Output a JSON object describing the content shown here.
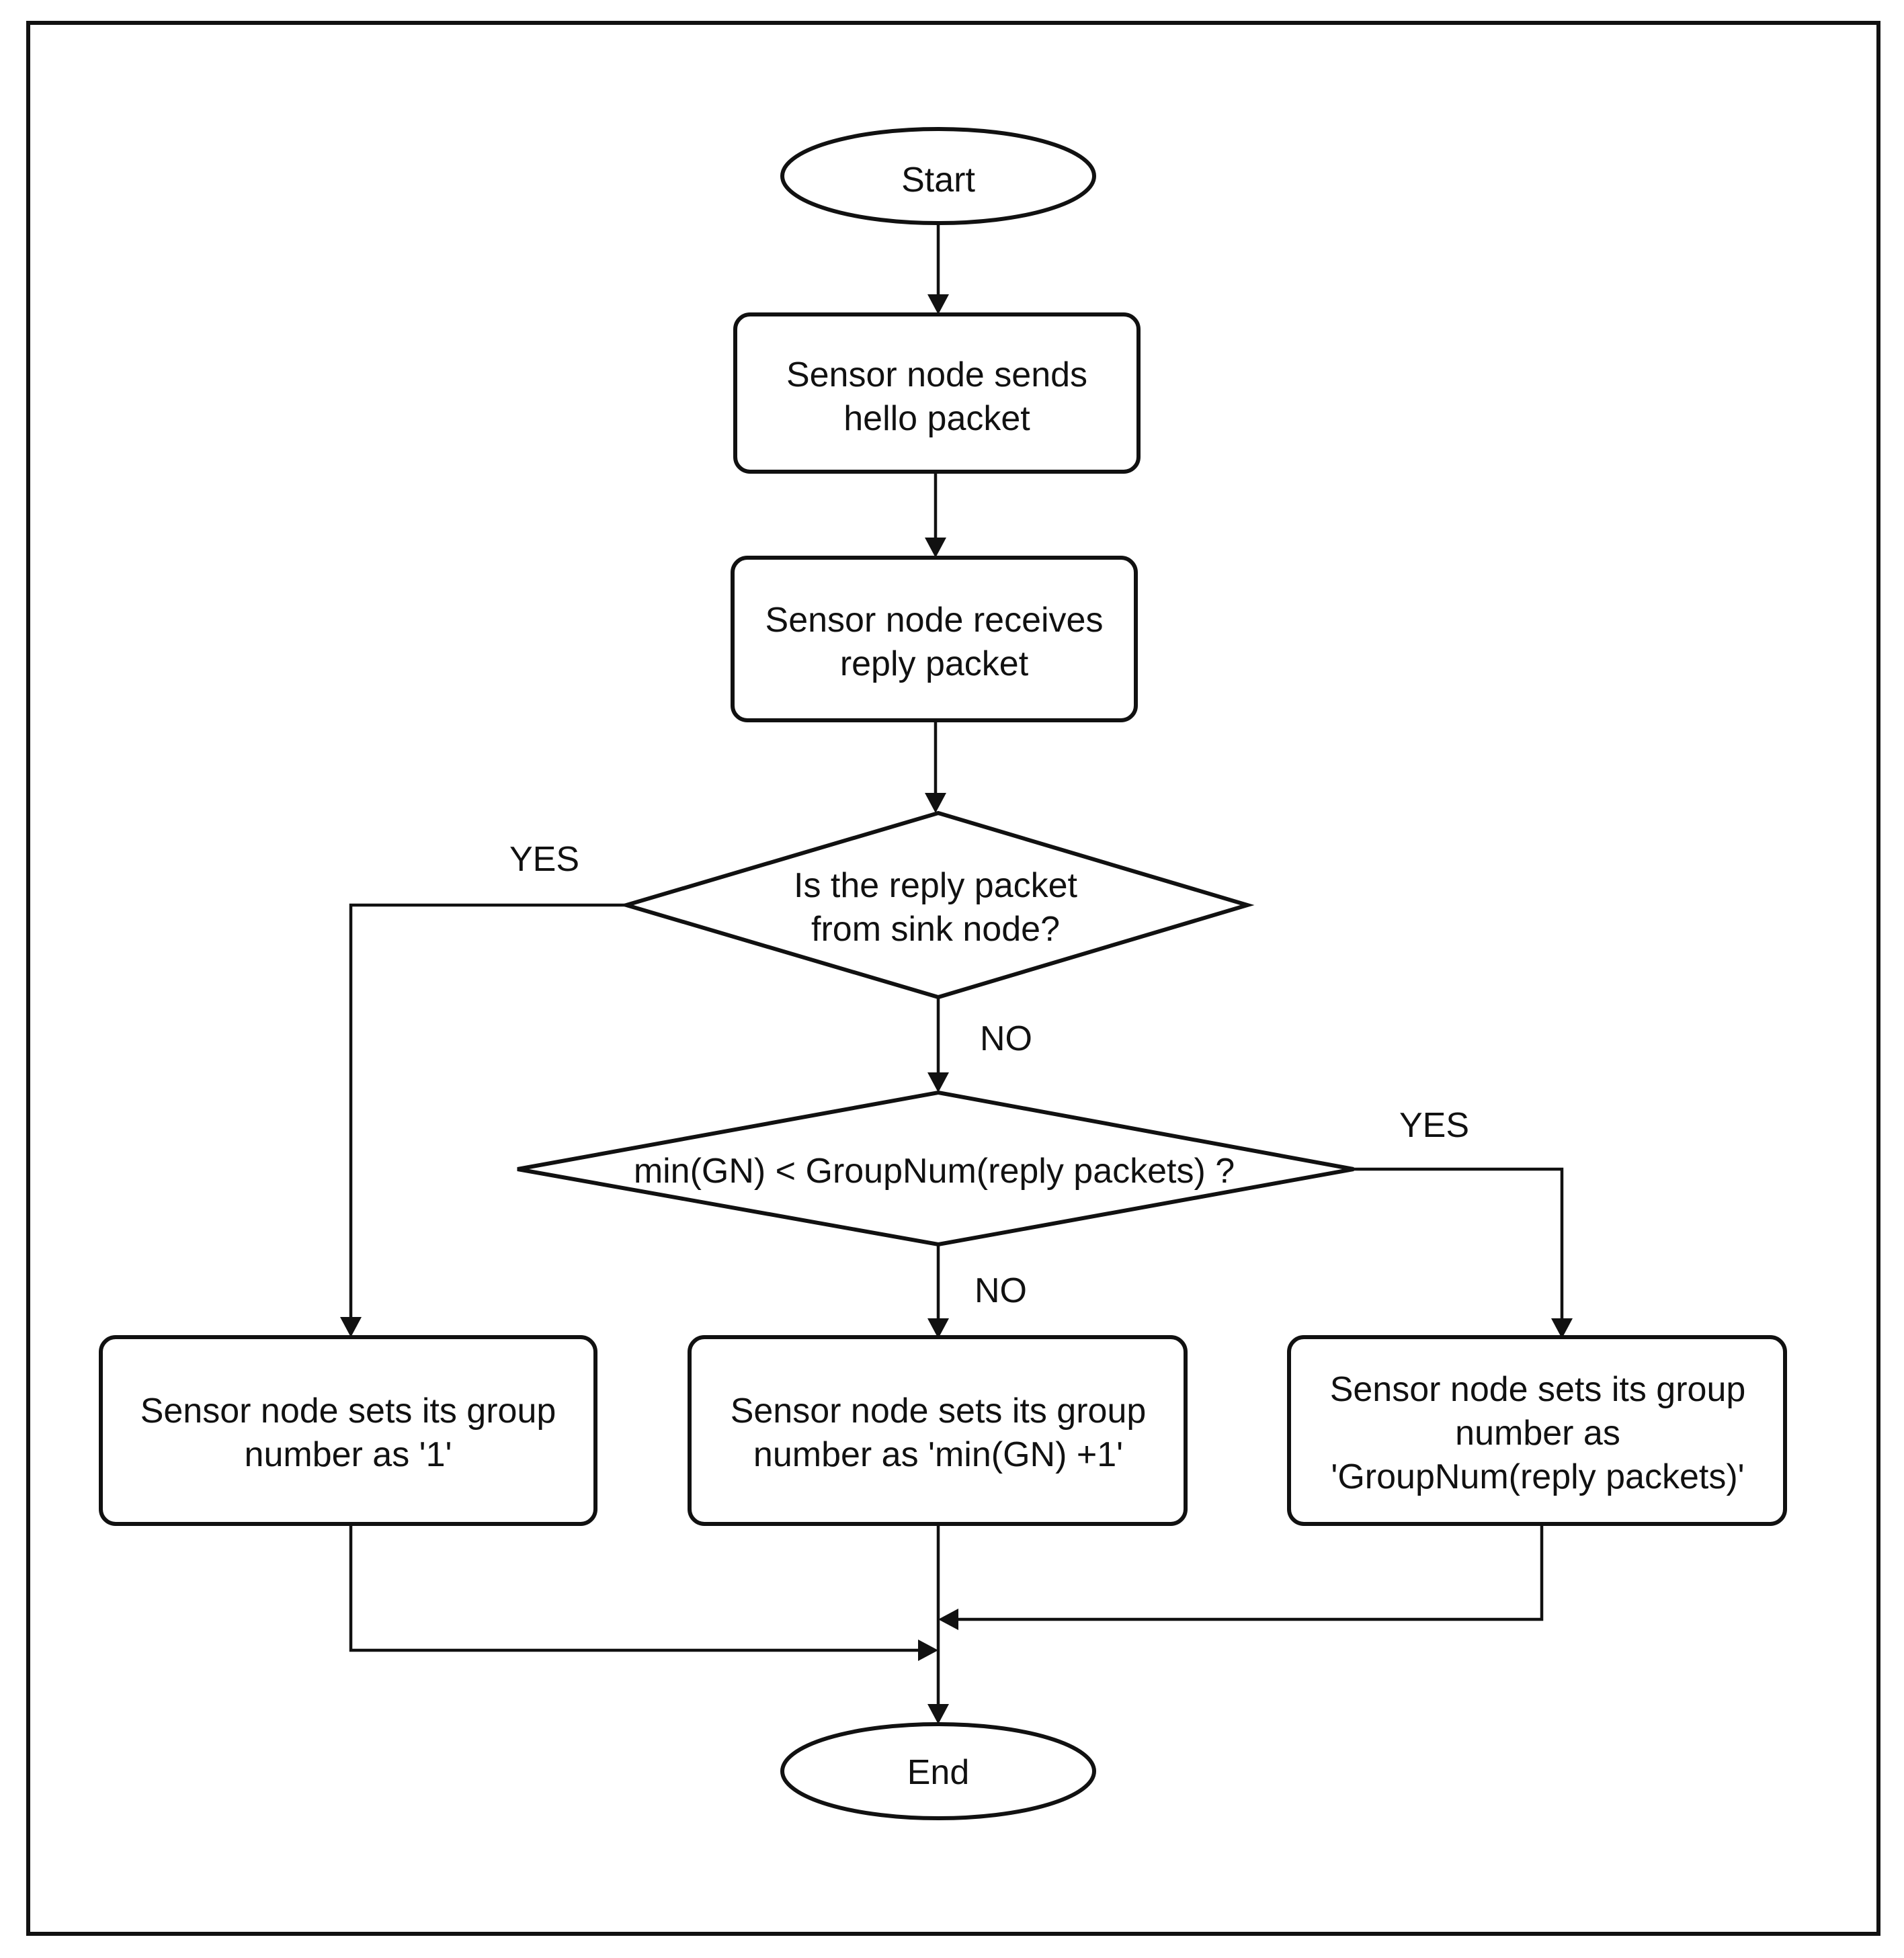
{
  "nodes": {
    "start": "Start",
    "send_hello": [
      "Sensor node sends",
      "hello packet"
    ],
    "receive_reply": [
      "Sensor node receives",
      "reply packet"
    ],
    "decision_sink": [
      "Is the reply packet",
      "from sink node?"
    ],
    "decision_min": "min(GN) < GroupNum(reply packets) ?",
    "set_one": [
      "Sensor node sets its group",
      "number as '1'"
    ],
    "set_min_plus_one": [
      "Sensor node sets its group",
      "number as 'min(GN) +1'"
    ],
    "set_groupnum": [
      "Sensor node sets its group",
      "number as",
      "'GroupNum(reply packets)'"
    ],
    "end": "End"
  },
  "edge_labels": {
    "sink_yes": "YES",
    "sink_no": "NO",
    "min_yes": "YES",
    "min_no": "NO"
  }
}
